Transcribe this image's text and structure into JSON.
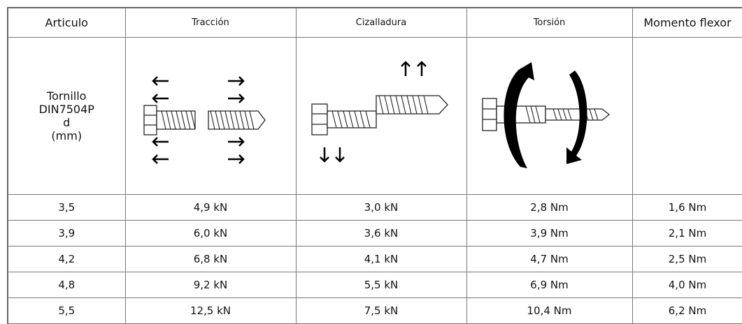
{
  "headers": [
    "Articulo",
    "Tracción",
    "Cizalladura",
    "Torsión",
    "Momento flexor"
  ],
  "article_label": [
    "Tornillo",
    "DIN7504P",
    "d",
    "(mm)"
  ],
  "rows": [
    [
      "3,5",
      "4,9 kN",
      "3,0 kN",
      "2,8 Nm",
      "1,6 Nm"
    ],
    [
      "3,9",
      "6,0 kN",
      "3,6 kN",
      "3,9 Nm",
      "2,1 Nm"
    ],
    [
      "4,2",
      "6,8 kN",
      "4,1 kN",
      "4,7 Nm",
      "2,5 Nm"
    ],
    [
      "4,8",
      "9,2 kN",
      "5,5 kN",
      "6,9 Nm",
      "4,0 Nm"
    ],
    [
      "5,5",
      "12,5 kN",
      "7,5 kN",
      "10,4 Nm",
      "6,2 Nm"
    ]
  ]
}
